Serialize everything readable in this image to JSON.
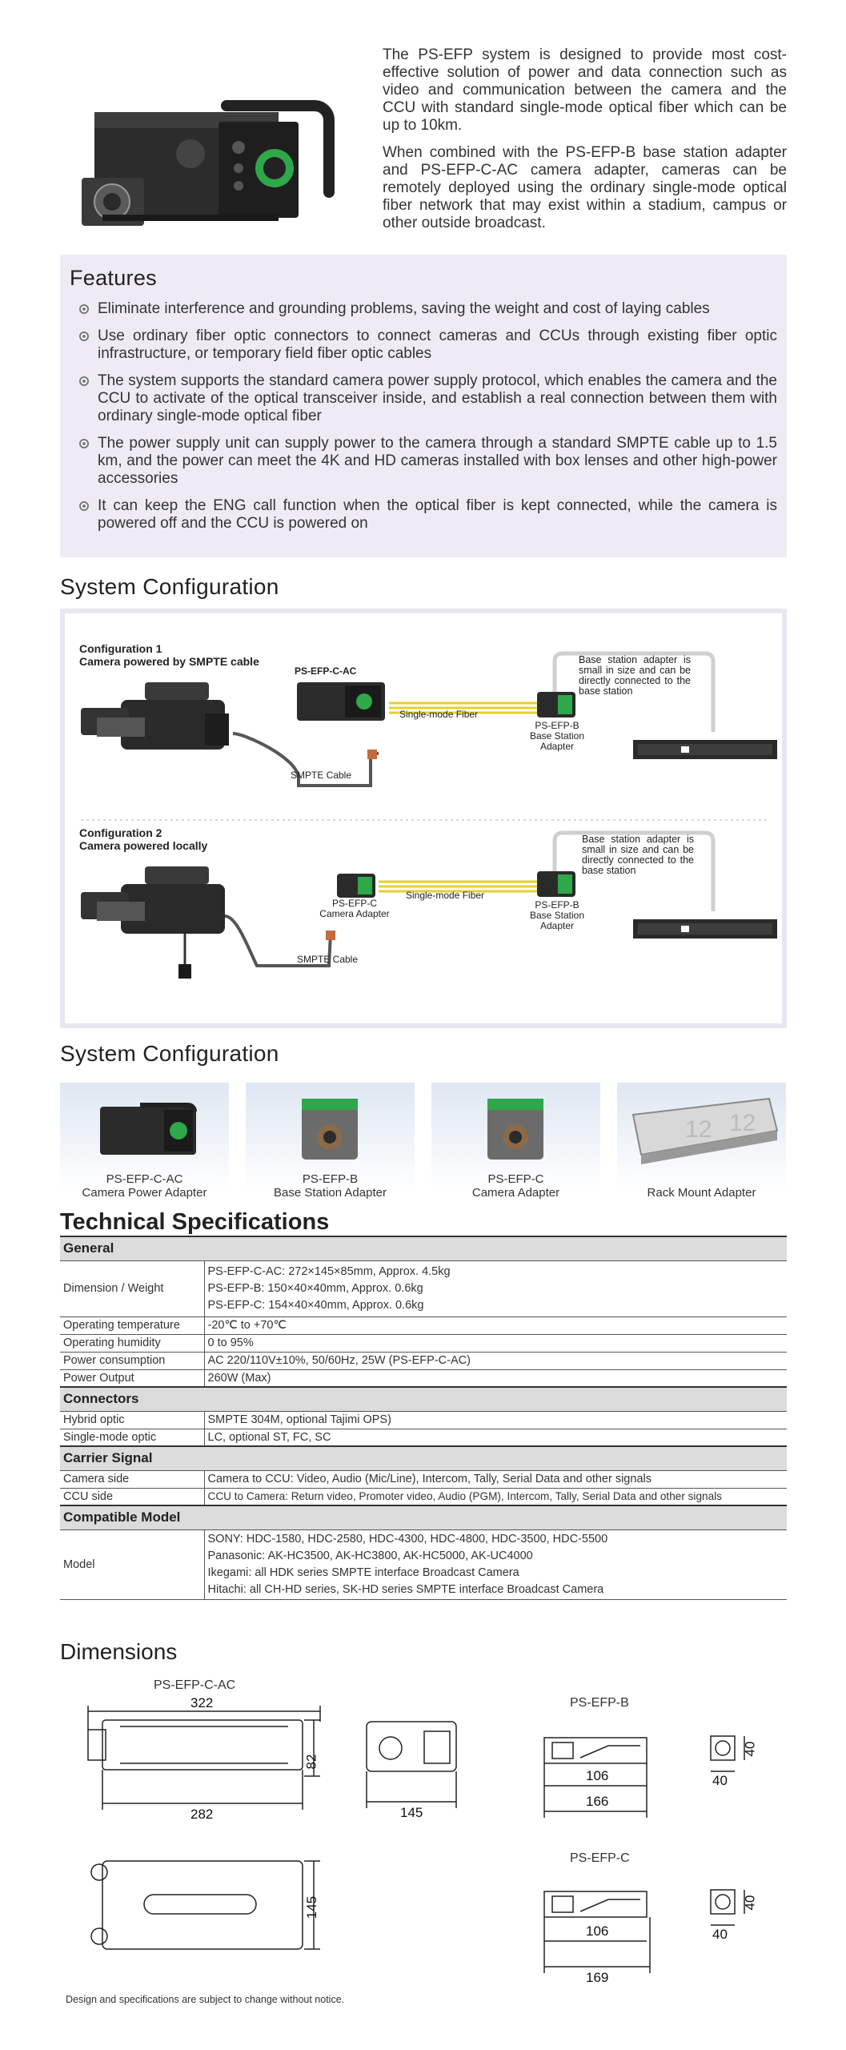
{
  "intro": {
    "paragraphs": [
      "The PS-EFP system is designed to provide most cost-effective solution of power and data connection such as video and communication between the camera and the CCU with standard single-mode optical fiber which can be up to 10km.",
      "When combined with the PS-EFP-B base station adapter and PS-EFP-C-AC camera adapter, cameras can be remotely deployed using the ordinary single-mode optical fiber network that may exist within a stadium, campus or other outside broadcast."
    ]
  },
  "features": {
    "title": "Features",
    "items": [
      "Eliminate interference and grounding problems, saving the weight and cost of laying cables",
      "Use ordinary fiber optic connectors to connect cameras and CCUs through existing fiber optic infrastructure, or temporary field fiber optic cables",
      "The system supports the standard camera power supply protocol, which enables the camera and the CCU to activate of the optical transceiver inside, and establish a real connection between them with ordinary single-mode optical fiber",
      "The power supply unit can supply power to the camera through a standard SMPTE cable up to 1.5 km, and the power can meet the 4K and HD cameras installed with box lenses and other high-power accessories",
      "It can keep the ENG call function when the optical fiber is kept connected, while the camera is powered off and the CCU is powered on"
    ]
  },
  "system_config_title": "System Configuration",
  "config1": {
    "title_line1": "Configuration 1",
    "title_line2": "Camera powered by SMPTE cable",
    "adapter_label": "PS-EFP-C-AC",
    "fiber_label": "Single-mode Fiber",
    "base_label_1": "PS-EFP-B",
    "base_label_2": "Base Station Adapter",
    "cable_label": "SMPTE Cable",
    "note": "Base station adapter is small in size and can be directly connected to the base station"
  },
  "config2": {
    "title_line1": "Configuration 2",
    "title_line2": "Camera powered locally",
    "adapter_label_1": "PS-EFP-C",
    "adapter_label_2": "Camera Adapter",
    "fiber_label": "Single-mode Fiber",
    "base_label_1": "PS-EFP-B",
    "base_label_2": "Base Station Adapter",
    "cable_label": "SMPTE Cable",
    "note": "Base station adapter is small in size and can be directly connected to the base station"
  },
  "products_title": "System Configuration",
  "products": [
    {
      "line1": "PS-EFP-C-AC",
      "line2": "Camera Power Adapter"
    },
    {
      "line1": "PS-EFP-B",
      "line2": "Base Station Adapter"
    },
    {
      "line1": "PS-EFP-C",
      "line2": "Camera Adapter"
    },
    {
      "line1": "",
      "line2": "Rack Mount Adapter"
    }
  ],
  "spec": {
    "title": "Technical Specifications",
    "general": {
      "header": "General",
      "dimension_key": "Dimension / Weight",
      "dimension_vals": [
        "PS-EFP-C-AC: 272×145×85mm, Approx. 4.5kg",
        "PS-EFP-B: 150×40×40mm, Approx. 0.6kg",
        "PS-EFP-C: 154×40×40mm, Approx. 0.6kg"
      ],
      "rows": [
        {
          "k": "Operating temperature",
          "v": "-20℃ to +70℃"
        },
        {
          "k": "Operating humidity",
          "v": "0 to 95%"
        },
        {
          "k": "Power consumption",
          "v": "AC 220/110V±10%, 50/60Hz, 25W (PS-EFP-C-AC)"
        },
        {
          "k": "Power Output",
          "v": "260W (Max)"
        }
      ]
    },
    "connectors": {
      "header": "Connectors",
      "rows": [
        {
          "k": "Hybrid optic",
          "v": "SMPTE 304M, optional Tajimi OPS)"
        },
        {
          "k": "Single-mode optic",
          "v": "LC, optional ST, FC, SC"
        }
      ]
    },
    "carrier": {
      "header": "Carrier Signal",
      "rows": [
        {
          "k": "Camera side",
          "v": "Camera to CCU: Video, Audio (Mic/Line), Intercom, Tally, Serial Data and other signals"
        },
        {
          "k": "CCU side",
          "v": "CCU to Camera: Return video, Promoter video, Audio (PGM), Intercom, Tally, Serial Data and other signals"
        }
      ]
    },
    "compatible": {
      "header": "Compatible Model",
      "key": "Model",
      "vals": [
        "SONY: HDC-1580, HDC-2580, HDC-4300, HDC-4800, HDC-3500, HDC-5500",
        "Panasonic: AK-HC3500, AK-HC3800, AK-HC5000, AK-UC4000",
        "Ikegami: all HDK series SMPTE interface Broadcast Camera",
        "Hitachi: all CH-HD series, SK-HD series SMPTE interface Broadcast Camera"
      ]
    }
  },
  "dimensions": {
    "title": "Dimensions",
    "cac_caption": "PS-EFP-C-AC",
    "b_caption": "PS-EFP-B",
    "c_caption": "PS-EFP-C",
    "cac_values": {
      "top": "322",
      "height": "82",
      "bottom": "282",
      "side": "145",
      "top_view_height": "145"
    },
    "b_values": {
      "inner": "106",
      "outer": "166",
      "h": "40",
      "w": "40"
    },
    "c_values": {
      "inner": "106",
      "outer": "169",
      "h": "40",
      "w": "40"
    }
  },
  "footnote": "Design and specifications are subject to change without notice."
}
